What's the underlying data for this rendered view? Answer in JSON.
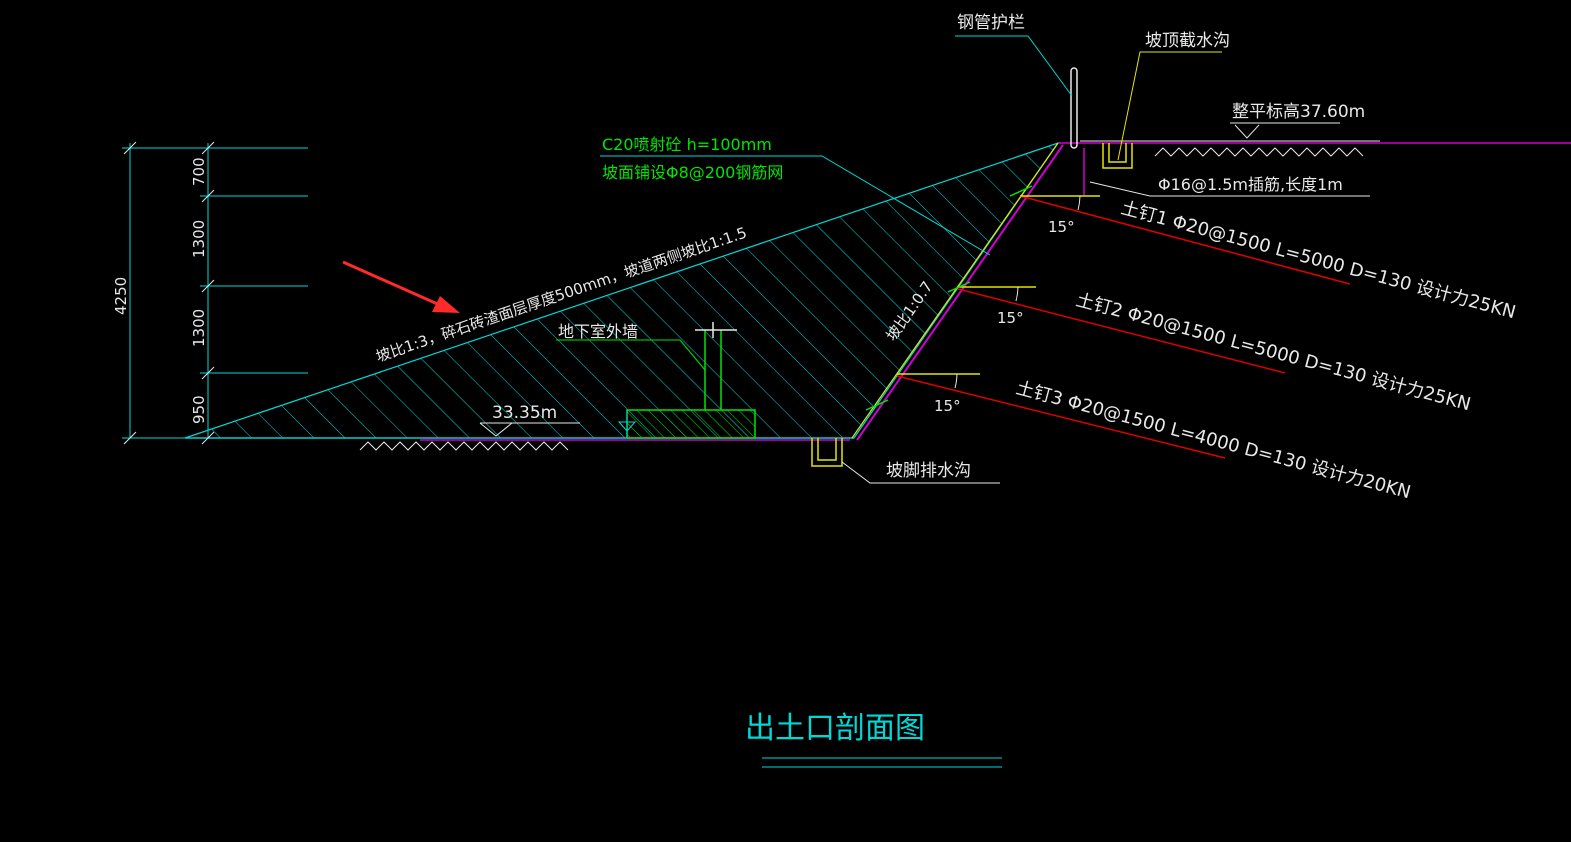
{
  "labels": {
    "guardrail": "钢管护栏",
    "top_ditch": "坡顶截水沟",
    "grade_elev": "整平标高37.60m",
    "shotcrete": "C20喷射砼 h=100mm",
    "mesh": "坡面铺设Φ8@200钢筋网",
    "dowel": "Φ16@1.5m插筋,长度1m",
    "slope_ramp": "坡比1:3，碎石砖渣面层厚度500mm，坡道两侧坡比1:1.5",
    "basement_wall": "地下室外墙",
    "slope_ratio": "坡比1:0.7",
    "bottom_elev": "33.35m",
    "toe_ditch": "坡脚排水沟",
    "nail1": "土钉1  Φ20@1500  L=5000  D=130  设计力25KN",
    "nail2": "土钉2  Φ20@1500  L=5000  D=130  设计力25KN",
    "nail3": "土钉3  Φ20@1500  L=4000  D=130  设计力20KN",
    "angle1": "15°",
    "angle2": "15°",
    "angle3": "15°",
    "title": "出土口剖面图"
  },
  "dimensions": {
    "total": "4250",
    "d1": "700",
    "d2": "1300",
    "d3": "1300",
    "d4": "950"
  },
  "colors": {
    "cyan": "#00d8d8",
    "green": "#00e600",
    "yellow": "#e6e600",
    "red": "#e00000",
    "magenta": "#d000d0",
    "white": "#e8e8e8",
    "arrow": "#ff2a2a"
  }
}
